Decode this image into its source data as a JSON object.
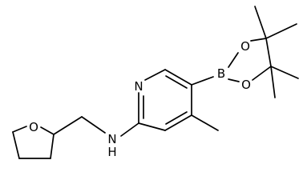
{
  "molecule": {
    "atoms": {
      "pyridine_n": "N",
      "amine_n": "N",
      "amine_h": "H",
      "thf_o": "O",
      "boron": "B",
      "ester_o_top": "O",
      "ester_o_bottom": "O"
    },
    "colors": {
      "bond": "#000000",
      "label": "#000000",
      "background": "#ffffff"
    }
  }
}
